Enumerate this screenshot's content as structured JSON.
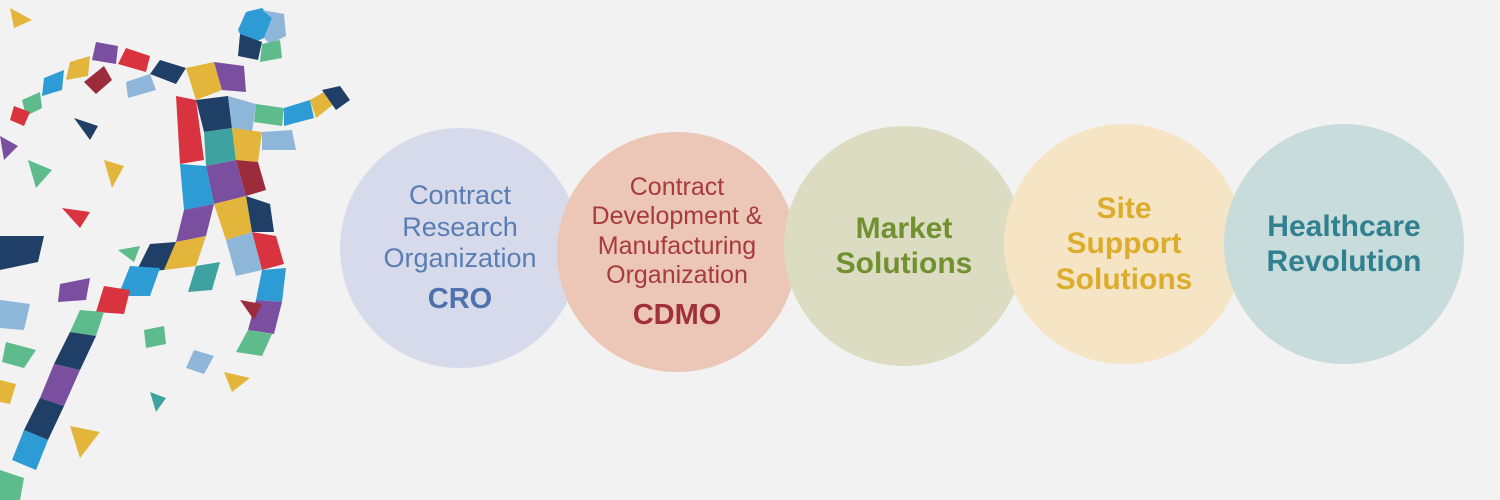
{
  "colors": {
    "background": "#f2f2f2",
    "cro_circle": "#d7daea",
    "cro_text": "#5a7db3",
    "cdmo_circle": "#ecc6b6",
    "cdmo_text": "#a63b3c",
    "market_circle": "#dcdcc3",
    "market_text": "#71902f",
    "site_circle": "#f5e5c5",
    "site_text": "#ddac2d",
    "healthcare_circle": "#c9dcdc",
    "healthcare_text": "#30808f"
  },
  "illustration": {
    "icon": "mosaic-runner-icon",
    "palette": [
      "#1f3f66",
      "#2d9bd4",
      "#7a4fa0",
      "#e3b53a",
      "#d8333f",
      "#5dbb8c",
      "#8db6d8",
      "#9c2c3b",
      "#3ea3a0"
    ]
  },
  "circles": [
    {
      "lines": [
        "Contract",
        "Research",
        "Organization"
      ],
      "abbr": "CRO"
    },
    {
      "lines": [
        "Contract",
        "Development &",
        "Manufacturing",
        "Organization"
      ],
      "abbr": "CDMO"
    },
    {
      "lines": [
        "Market",
        "Solutions"
      ]
    },
    {
      "lines": [
        "Site",
        "Support",
        "Solutions"
      ]
    },
    {
      "lines": [
        "Healthcare",
        "Revolution"
      ]
    }
  ]
}
